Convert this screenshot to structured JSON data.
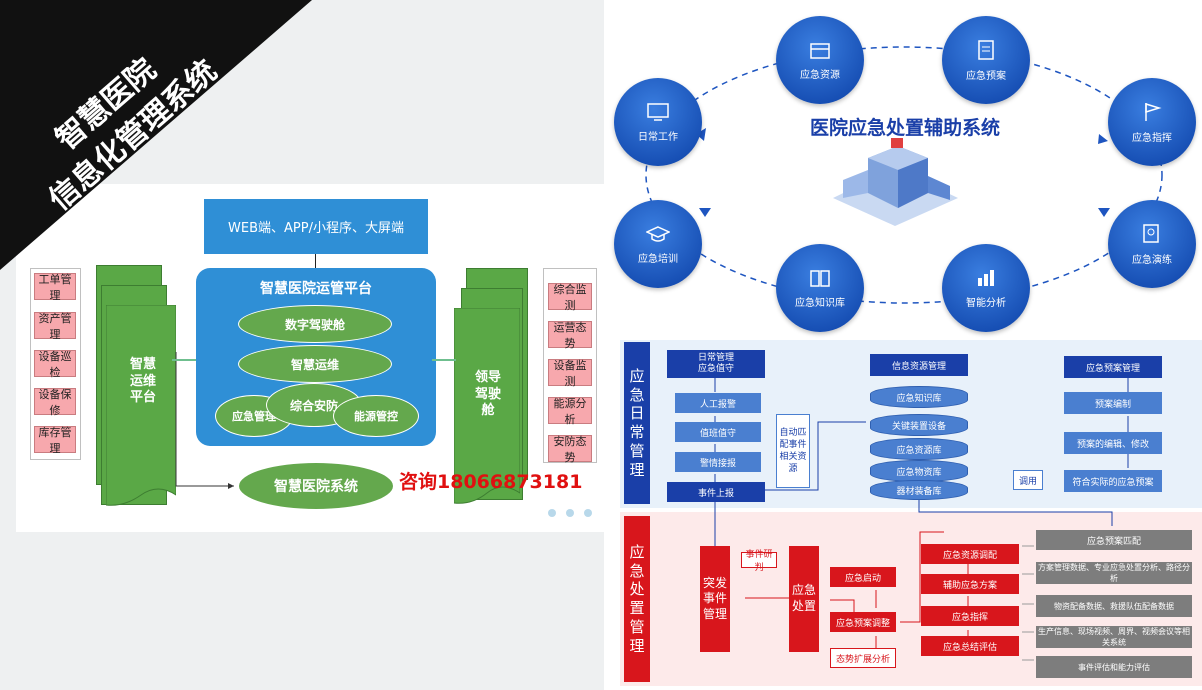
{
  "corner_banner": {
    "line1": "智慧医院",
    "line2": "信息化管理系统"
  },
  "left_diagram": {
    "top_bar": "WEB端、APP/小程序、大屏端",
    "platform_title": "智慧医院运管平台",
    "ovals": [
      "数字驾驶舱",
      "智慧运维",
      "应急管理",
      "综合安防",
      "能源管控"
    ],
    "bottom_oval": "智慧医院系统",
    "left_items": [
      "工单管理",
      "资产管理",
      "设备巡检",
      "设备保修",
      "库存管理"
    ],
    "right_items": [
      "综合监测",
      "运营态势",
      "设备监测",
      "能源分析",
      "安防态势"
    ],
    "left_wave": "智慧运维平台",
    "right_wave": "领导驾驶舱",
    "contact": "咨询18066873181"
  },
  "cycle_diagram": {
    "title": "医院应急处置辅助系统",
    "nodes": [
      {
        "label": "应急资源",
        "icon": "box-icon"
      },
      {
        "label": "应急预案",
        "icon": "document-icon"
      },
      {
        "label": "应急指挥",
        "icon": "flag-icon"
      },
      {
        "label": "应急演练",
        "icon": "drill-icon"
      },
      {
        "label": "智能分析",
        "icon": "bar-chart-icon"
      },
      {
        "label": "应急知识库",
        "icon": "book-icon"
      },
      {
        "label": "应急培训",
        "icon": "graduation-cap-icon"
      },
      {
        "label": "日常工作",
        "icon": "monitor-icon"
      }
    ]
  },
  "flow_daily": {
    "section_label": "应急日常管理",
    "col1_header": "日常管理\n应急值守",
    "col1_steps": [
      "人工报警",
      "值班值守",
      "警情接报",
      "事件上报"
    ],
    "note": "自动匹配事件相关资源",
    "col2_header": "信息资源管理",
    "col2_layers": [
      "应急知识库",
      "关键装置设备",
      "应急资源库",
      "应急物资库",
      "器材装备库"
    ],
    "call_label": "调用",
    "col3_header": "应急预案管理",
    "col3_steps": [
      "预案编制",
      "预案的编辑、修改",
      "符合实际的应急预案"
    ]
  },
  "flow_handle": {
    "section_label": "应急处置管理",
    "incident": "突发事件管理",
    "judge": "事件研判",
    "dispose": "应急处置",
    "start": "应急启动",
    "plan_adjust": "应急预案调整",
    "trend": "态势扩展分析",
    "chain": [
      "应急资源调配",
      "辅助应急方案",
      "应急指挥",
      "应急总结评估"
    ],
    "match": "应急预案匹配",
    "inputs": [
      "方案管理数据、专业应急处置分析、路径分析",
      "物资配备数据、救援队伍配备数据",
      "生产信息、现场视频、周界、视频会议等相关系统",
      "事件评估和能力评估"
    ]
  }
}
